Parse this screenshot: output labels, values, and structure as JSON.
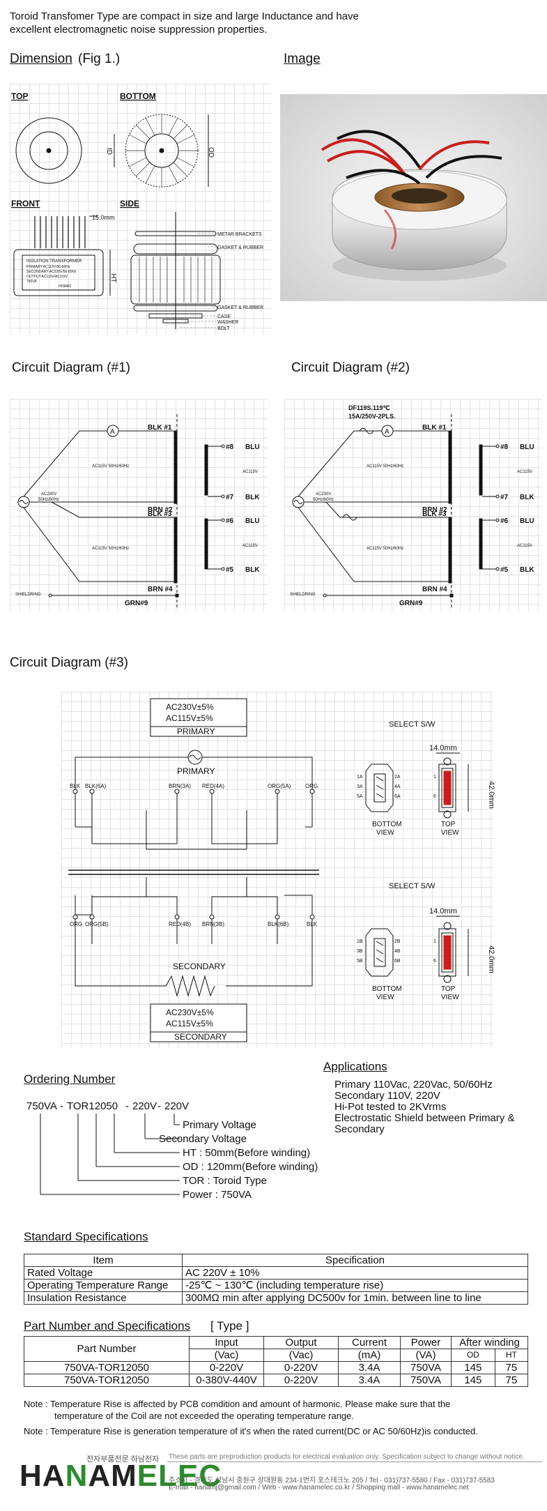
{
  "intro": "Toroid Transfomer Type are compact in size and large Inductance and have excellent electromagnetic noise suppression properties.",
  "dimension": {
    "title": "Dimension",
    "fig": "(Fig 1.)",
    "views": {
      "top": "TOP",
      "bottom": "BOTTOM",
      "front": "FRONT",
      "side": "SIDE"
    },
    "dim_labels": {
      "id": "ID",
      "od": "OD",
      "ht": "HT",
      "h15": "15.0mm"
    },
    "front_label": [
      "ISOLATION TRANSFORMER",
      "PRIMARY:AC115V/50-60Hz",
      "SECONDARY:AC230V/50-60Hz",
      "OUTPUT:AC115V/AC115V",
      "750VA",
      "HOMR0"
    ],
    "side_parts": [
      "METAR BRACKETS",
      "GASKET & RUBBER",
      "GASKET & RUBBER",
      "CASE",
      "WASHER",
      "BOLT"
    ]
  },
  "image": {
    "title": "Image"
  },
  "circuit1": {
    "title": "Circuit Diagram (#1)",
    "blk1": "BLK #1",
    "brn2": "BRN #2",
    "blk3": "BLK #3",
    "brn4": "BRN #4",
    "ac_top": "AC115V 50Hz/60Hz",
    "ac_bot": "AC115V 50Hz/60Hz",
    "src1": "AC230V",
    "src2": "50Hz/60Hz",
    "s8": "#8",
    "blu8": "BLU",
    "ac115": "AC115V",
    "s7": "#7",
    "blk7": "BLK",
    "s6": "#6",
    "blu6": "BLU",
    "ac115b": "AC115V",
    "s5": "#5",
    "blk5": "BLK",
    "shield": "SHIELDRING",
    "grn": "GRN#9",
    "meter": "A"
  },
  "circuit2": {
    "title": "Circuit Diagram (#2)",
    "fuse1": "DF119S.119℃",
    "fuse2": "15A/250V-2PLS.",
    "blk1": "BLK #1",
    "brn2": "BRN #2",
    "blk3": "BLK #3",
    "brn4": "BRN #4",
    "ac_top": "AC115V 50Hz/60Hz",
    "ac_bot": "AC115V 50Hz/60Hz",
    "src1": "AC230V",
    "src2": "50Hz/60Hz",
    "s8": "#8",
    "blu8": "BLU",
    "ac115": "AC115V",
    "s7": "#7",
    "blk7": "BLK",
    "s6": "#6",
    "blu6": "BLU",
    "ac115b": "AC115V",
    "s5": "#5",
    "blk5": "BLK",
    "shield": "SHIELDRING",
    "grn": "GRN#9",
    "meter": "A"
  },
  "circuit3": {
    "title": "Circuit Diagram (#3)",
    "prim_box": [
      "AC230V±5%",
      "AC115V±5%",
      "PRIMARY"
    ],
    "primary": "PRIMARY",
    "prim_pins": [
      "BLK",
      "BLK(6A)",
      "BRN(3A)",
      "RED(4A)",
      "ORG(5A)",
      "ORG"
    ],
    "sec_pins": [
      "ORG",
      "ORG(5B)",
      "RED(4B)",
      "BRN(3B)",
      "BLK(6B)",
      "BLK"
    ],
    "secondary": "SECONDARY",
    "sec_box": [
      "AC230V±5%",
      "AC115V±5%",
      "SECONDARY"
    ],
    "select": "SELECT S/W",
    "dim_w": "14.0mm",
    "dim_h": "42.0mm",
    "bottom_view": [
      "BOTTOM",
      "VIEW"
    ],
    "top_view": [
      "TOP",
      "VIEW"
    ],
    "sw_a": [
      "1A",
      "2A",
      "3A",
      "4A",
      "5A",
      "6A"
    ],
    "sw_b": [
      "1B",
      "2B",
      "3B",
      "4B",
      "5B",
      "6B"
    ],
    "sw_n": [
      "1",
      "6"
    ]
  },
  "ordering": {
    "title": "Ordering Number",
    "parts": [
      "750VA",
      "-",
      "TOR12050",
      "-",
      "220V",
      "-",
      "220V"
    ],
    "legend": [
      "Primary Voltage",
      "Secondary Voltage",
      "HT : 50mm(Before winding)",
      "OD : 120mm(Before winding)",
      "TOR : Toroid Type",
      "Power : 750VA"
    ]
  },
  "applications": {
    "title": "Applications",
    "lines": [
      "Primary 110Vac, 220Vac, 50/60Hz",
      "Secondary 110V, 220V",
      "Hi-Pot tested to 2KVrms",
      "Electrostatic Shield between Primary &",
      "Secondary"
    ]
  },
  "standard": {
    "title": "Standard Specifications",
    "headers": [
      "Item",
      "Specification"
    ],
    "rows": [
      [
        "Rated Voltage",
        "AC 220V ± 10%"
      ],
      [
        "Operating Temperature Range",
        "-25℃ ~ 130℃ (including temperature rise)"
      ],
      [
        "Insulation Resistance",
        "300MΩ min after applying DC500v for 1min. between line to line"
      ]
    ]
  },
  "parts": {
    "title": "Part Number and Specifications",
    "type": "[ Type ]",
    "headers": {
      "part": "Part  Number",
      "input": "Input",
      "output": "Output",
      "current": "Current",
      "power": "Power",
      "after": "After winding",
      "vac": "(Vac)",
      "vac2": "(Vac)",
      "ma": "(mA)",
      "va": "(VA)",
      "od": "OD",
      "ht": "HT"
    },
    "rows": [
      [
        "750VA-TOR12050",
        "0-220V",
        "0-220V",
        "3.4A",
        "750VA",
        "145",
        "75"
      ],
      [
        "750VA-TOR12050",
        "0-380V-440V",
        "0-220V",
        "3.4A",
        "750VA",
        "145",
        "75"
      ]
    ]
  },
  "notes": [
    "Note : Temperature Rise is affected by PCB comdition and amount of harmonic. Please make sure that the",
    "temperature of the Coil are not exceeded the operating temperature range.",
    "Note : Temperature Rise is generation temperature of it's when the rated current(DC or AC 50/60Hz)is conducted."
  ],
  "footer": {
    "logo_ha": "HA",
    "logo_n": "N",
    "logo_am": "AM",
    "logo_elec": "ELEC",
    "korean": "전자부품전문 하남전자",
    "tagline": "These parts are preproduction products for electrical evaluation only. Specification subject to change without notice.",
    "address": "주소지 - 경기도 성남시 중원구 상대원동 234-1번지 포스테크노 205  /  Tel - 031)737-5580  /  Fax - 031)737-5583",
    "email": "E-mail - hanamj@gmail.com  /  Web - www.hanamelec.co.kr  /  Shopping mall - www.hanamelec.net"
  },
  "colors": {
    "brand_green": "#2f8a2f",
    "brand_dark": "#222222",
    "wire_red": "#c81e1e",
    "winding_copper": "#b0723a"
  }
}
